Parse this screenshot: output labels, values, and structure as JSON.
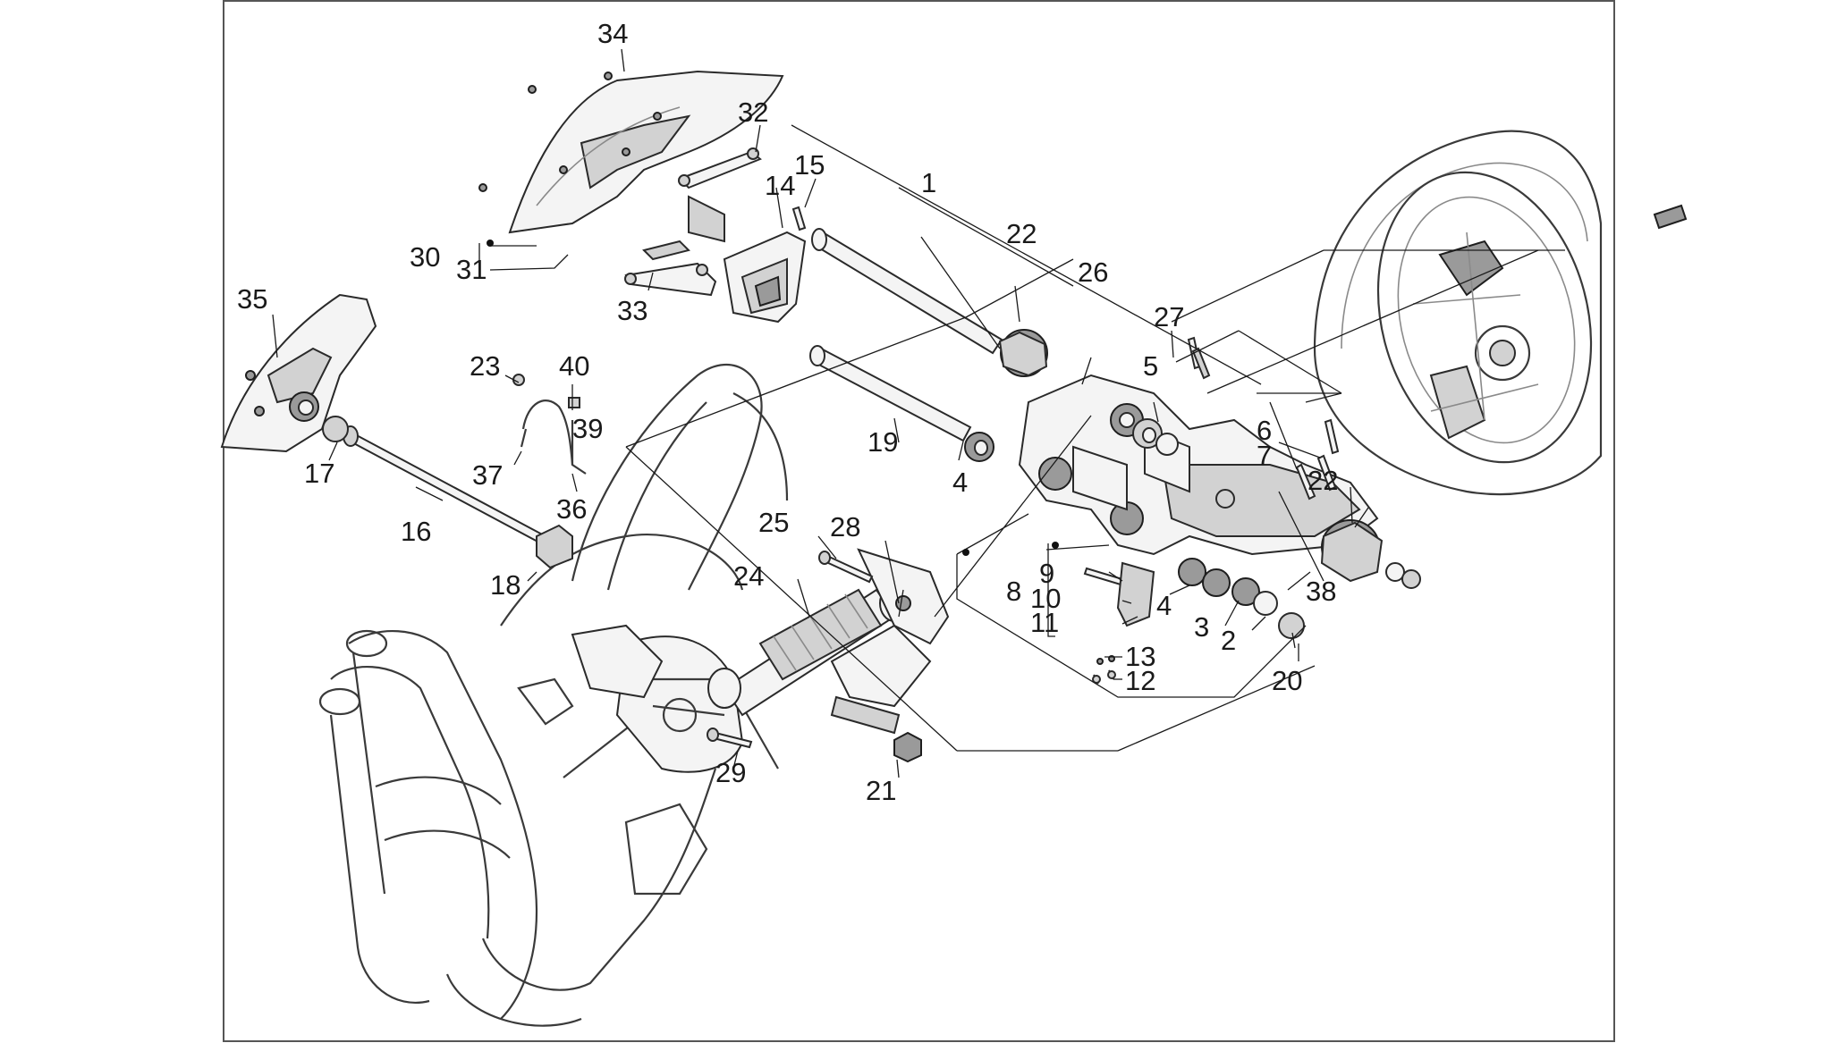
{
  "callouts": [
    {
      "id": "1",
      "text": "1"
    },
    {
      "id": "2",
      "text": "2"
    },
    {
      "id": "3",
      "text": "3"
    },
    {
      "id": "4a",
      "text": "4"
    },
    {
      "id": "4b",
      "text": "4"
    },
    {
      "id": "5",
      "text": "5"
    },
    {
      "id": "6",
      "text": "6"
    },
    {
      "id": "7",
      "text": "7"
    },
    {
      "id": "8",
      "text": "8"
    },
    {
      "id": "9",
      "text": "9"
    },
    {
      "id": "10",
      "text": "10"
    },
    {
      "id": "11",
      "text": "11"
    },
    {
      "id": "12",
      "text": "12"
    },
    {
      "id": "13",
      "text": "13"
    },
    {
      "id": "14",
      "text": "14"
    },
    {
      "id": "15",
      "text": "15"
    },
    {
      "id": "16",
      "text": "16"
    },
    {
      "id": "17",
      "text": "17"
    },
    {
      "id": "18",
      "text": "18"
    },
    {
      "id": "19",
      "text": "19"
    },
    {
      "id": "20",
      "text": "20"
    },
    {
      "id": "21",
      "text": "21"
    },
    {
      "id": "22a",
      "text": "22"
    },
    {
      "id": "22b",
      "text": "22"
    },
    {
      "id": "23",
      "text": "23"
    },
    {
      "id": "24",
      "text": "24"
    },
    {
      "id": "25",
      "text": "25"
    },
    {
      "id": "26",
      "text": "26"
    },
    {
      "id": "27",
      "text": "27"
    },
    {
      "id": "28",
      "text": "28"
    },
    {
      "id": "29",
      "text": "29"
    },
    {
      "id": "30",
      "text": "30"
    },
    {
      "id": "31",
      "text": "31"
    },
    {
      "id": "32",
      "text": "32"
    },
    {
      "id": "33",
      "text": "33"
    },
    {
      "id": "34",
      "text": "34"
    },
    {
      "id": "35",
      "text": "35"
    },
    {
      "id": "36",
      "text": "36"
    },
    {
      "id": "37",
      "text": "37"
    },
    {
      "id": "38",
      "text": "38"
    },
    {
      "id": "39",
      "text": "39"
    },
    {
      "id": "40",
      "text": "40"
    }
  ]
}
